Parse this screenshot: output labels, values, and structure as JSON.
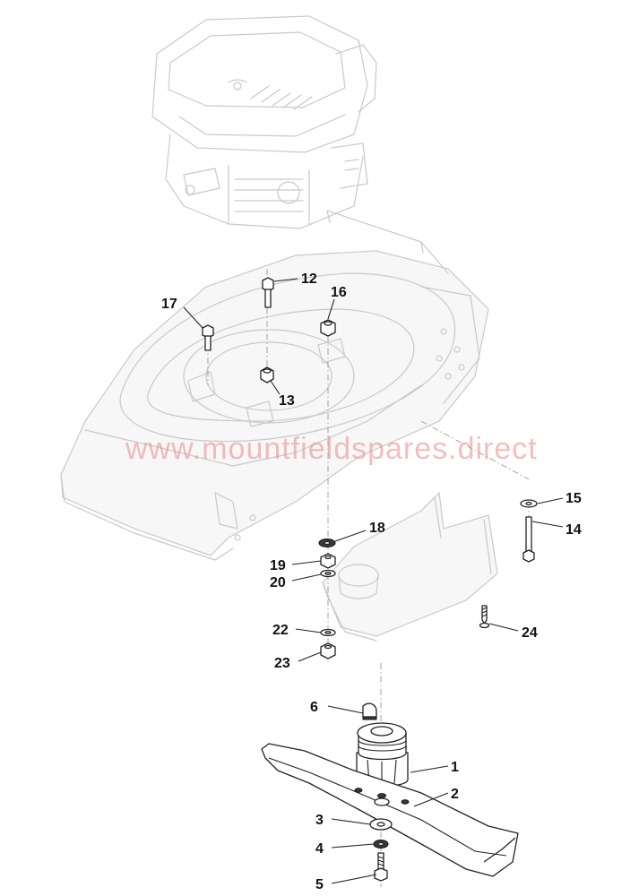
{
  "watermark": "www.mountfieldspares.direct",
  "callouts": [
    {
      "id": "1",
      "label": "1"
    },
    {
      "id": "2",
      "label": "2"
    },
    {
      "id": "3",
      "label": "3"
    },
    {
      "id": "4",
      "label": "4"
    },
    {
      "id": "5",
      "label": "5"
    },
    {
      "id": "6",
      "label": "6"
    },
    {
      "id": "12",
      "label": "12"
    },
    {
      "id": "13",
      "label": "13"
    },
    {
      "id": "14",
      "label": "14"
    },
    {
      "id": "15",
      "label": "15"
    },
    {
      "id": "16",
      "label": "16"
    },
    {
      "id": "17",
      "label": "17"
    },
    {
      "id": "18",
      "label": "18"
    },
    {
      "id": "19",
      "label": "19"
    },
    {
      "id": "20",
      "label": "20"
    },
    {
      "id": "22",
      "label": "22"
    },
    {
      "id": "23",
      "label": "23"
    },
    {
      "id": "24",
      "label": "24"
    }
  ],
  "colors": {
    "ghost_outline": "#c9c9c9",
    "part_outline": "#222222",
    "watermark": "#e88a8a"
  }
}
